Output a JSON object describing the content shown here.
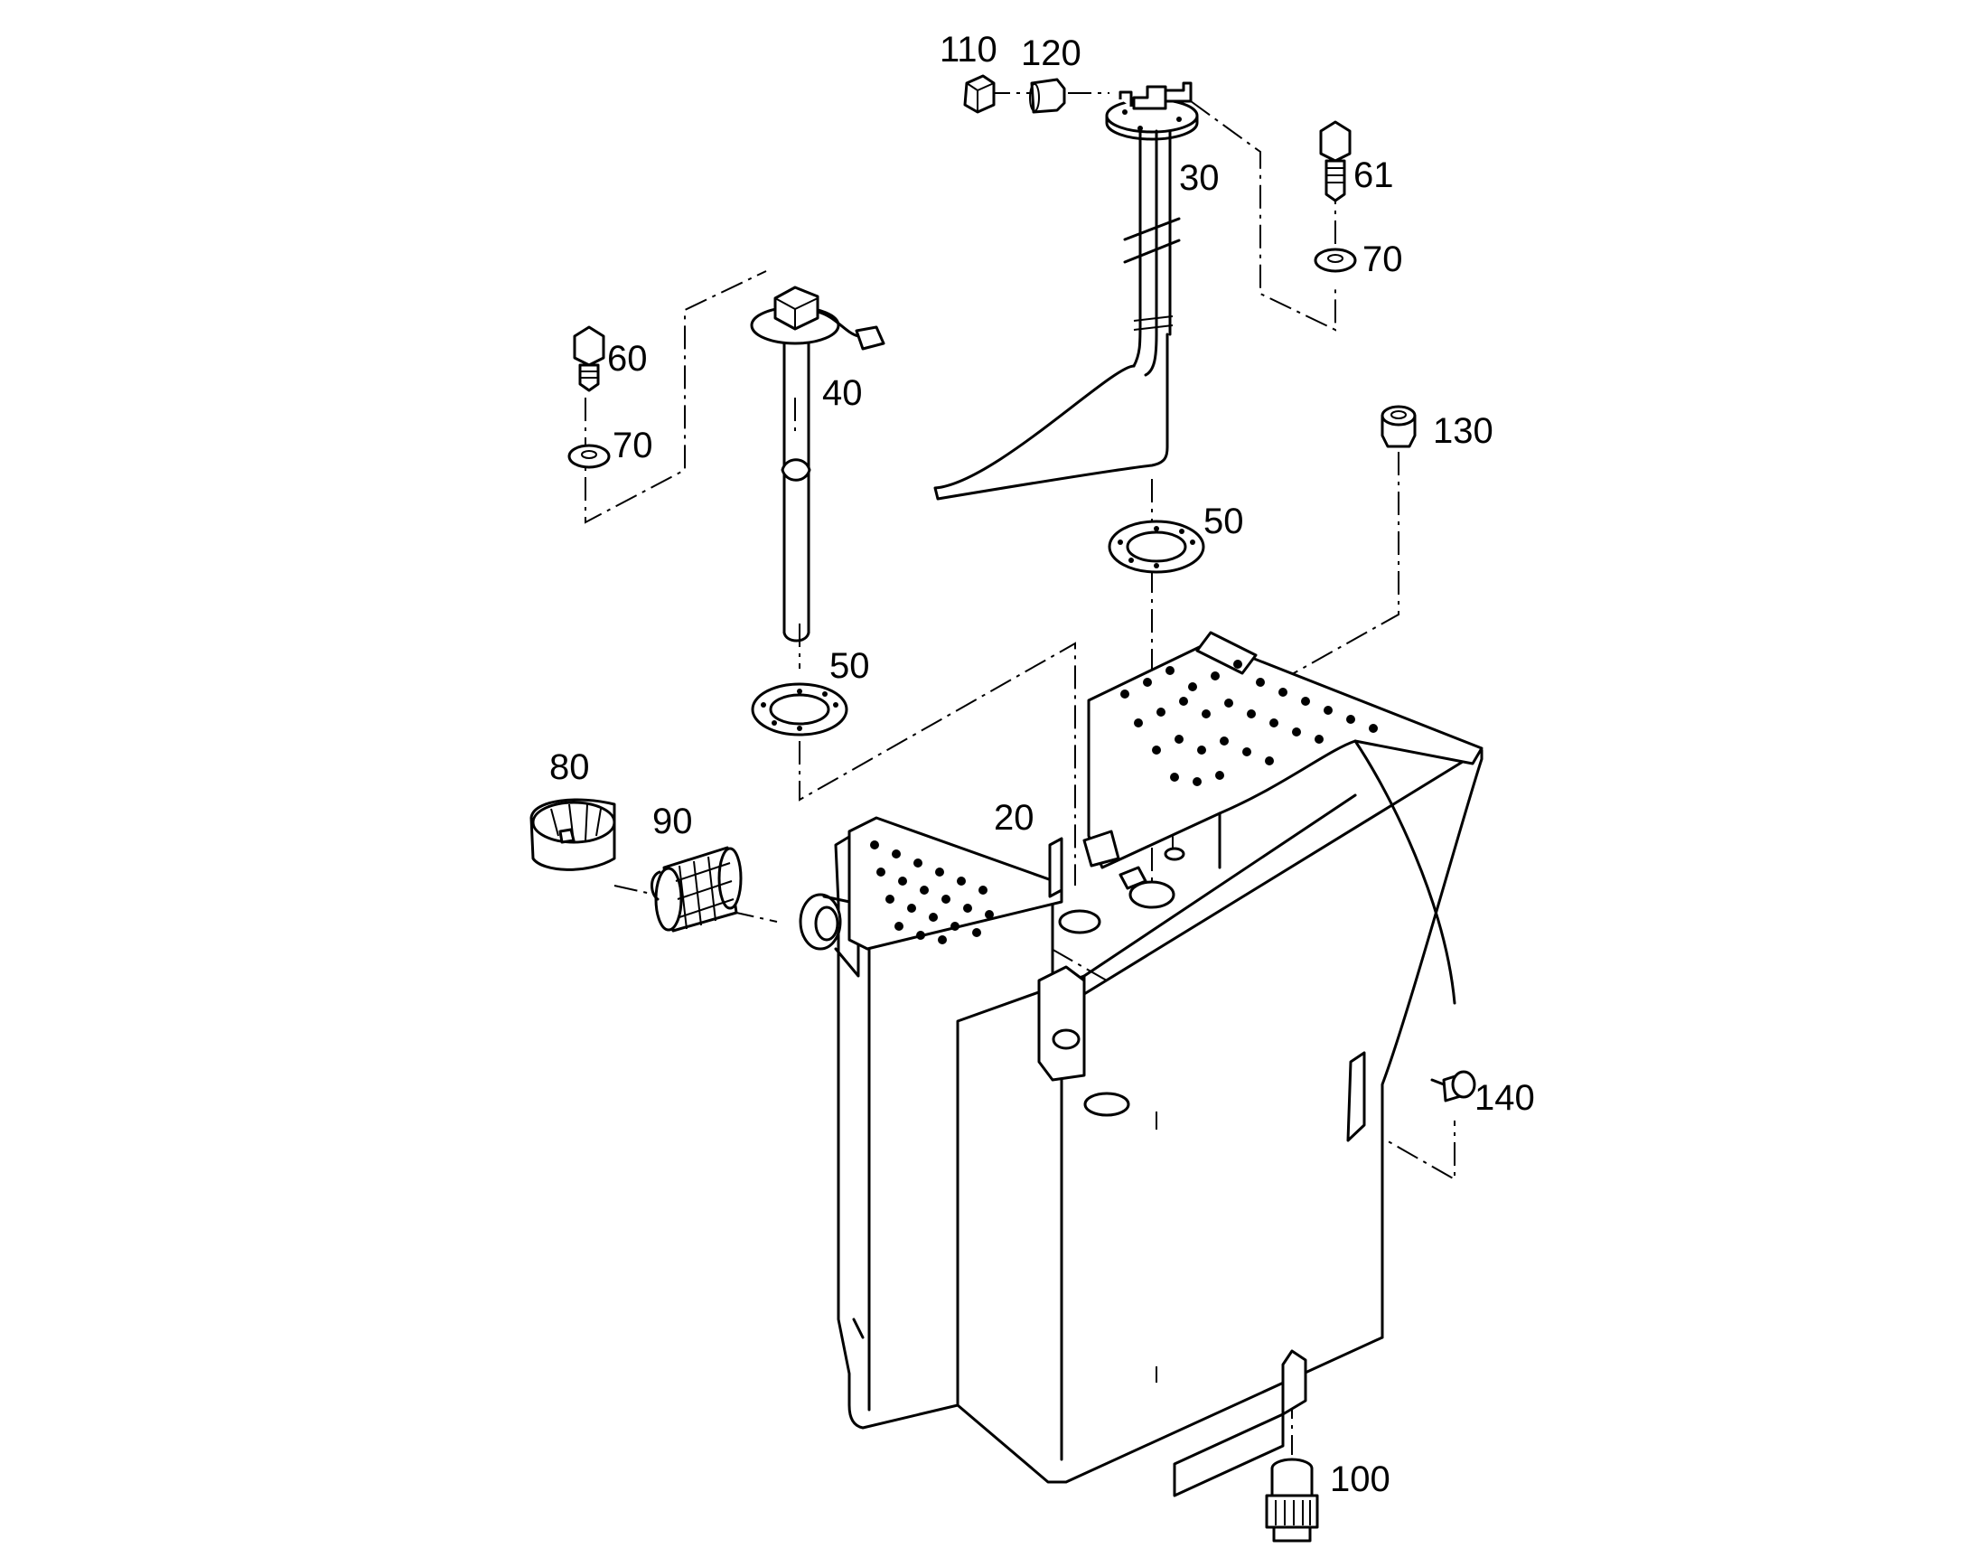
{
  "diagram": {
    "callouts": {
      "c110": "110",
      "c120": "120",
      "c30": "30",
      "c61": "61",
      "c70a": "70",
      "c60": "60",
      "c40": "40",
      "c70b": "70",
      "c130": "130",
      "c50a": "50",
      "c50b": "50",
      "c80": "80",
      "c90": "90",
      "c20": "20",
      "c140": "140",
      "c100": "100"
    }
  }
}
